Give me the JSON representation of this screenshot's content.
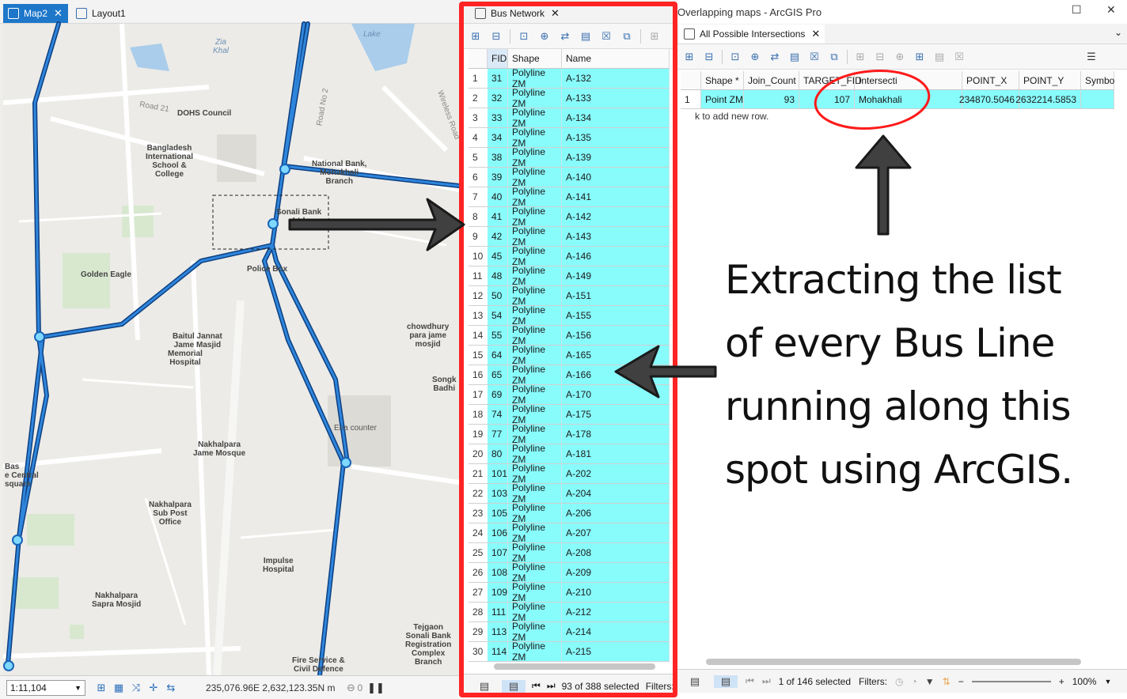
{
  "map_tabs": [
    {
      "label": "Map2",
      "active": true
    },
    {
      "label": "Layout1",
      "active": false
    }
  ],
  "map_labels": {
    "zia_khal": "Zia\nKhal",
    "lake": "Lake",
    "road_21": "Road 21",
    "road_no_2": "Road No 2",
    "wireless_road": "Wireless Road",
    "dohs": "DOHS Council",
    "bd_school": "Bangladesh\nInternational\nSchool &\nCollege",
    "national_bank": "National Bank,\nMohakhali\nBranch",
    "bali_bank": "Sonali Bank\nLtd",
    "golden_eagle": "Golden Eagle",
    "police_box": "Police Box",
    "baitul": "Baitul Jannat\nJame Masjid",
    "memorial": "Memorial\nHospital",
    "chowdhury": "chowdhury\npara jame\nmosjid",
    "songk": "Songk\nBadhi",
    "counter": "Ena counter",
    "nakhalpara_mosque": "Nakhalpara\nJame Mosque",
    "bas": "Bas\ne Central\nsquare",
    "post_office": "Nakhalpara\nSub Post\nOffice",
    "impulse": "Impulse\nHospital",
    "sapra": "Nakhalpara\nSapra Mosjid",
    "teigaon": "Tejgaon\nSonali Bank\nRegistration\nComplex\nBranch",
    "fire": "Fire Service &\nCivil Defence"
  },
  "map_status": {
    "scale": "1:11,104",
    "coords": "235,076.96E 2,632,123.35N m",
    "count": "0"
  },
  "bus_table": {
    "tab_label": "Bus Network",
    "columns": [
      "FID",
      "Shape",
      "Name"
    ],
    "rows": [
      {
        "n": "1",
        "fid": "31",
        "shape": "Polyline ZM",
        "name": "A-132"
      },
      {
        "n": "2",
        "fid": "32",
        "shape": "Polyline ZM",
        "name": "A-133"
      },
      {
        "n": "3",
        "fid": "33",
        "shape": "Polyline ZM",
        "name": "A-134"
      },
      {
        "n": "4",
        "fid": "34",
        "shape": "Polyline ZM",
        "name": "A-135"
      },
      {
        "n": "5",
        "fid": "38",
        "shape": "Polyline ZM",
        "name": "A-139"
      },
      {
        "n": "6",
        "fid": "39",
        "shape": "Polyline ZM",
        "name": "A-140"
      },
      {
        "n": "7",
        "fid": "40",
        "shape": "Polyline ZM",
        "name": "A-141"
      },
      {
        "n": "8",
        "fid": "41",
        "shape": "Polyline ZM",
        "name": "A-142"
      },
      {
        "n": "9",
        "fid": "42",
        "shape": "Polyline ZM",
        "name": "A-143"
      },
      {
        "n": "10",
        "fid": "45",
        "shape": "Polyline ZM",
        "name": "A-146"
      },
      {
        "n": "11",
        "fid": "48",
        "shape": "Polyline ZM",
        "name": "A-149"
      },
      {
        "n": "12",
        "fid": "50",
        "shape": "Polyline ZM",
        "name": "A-151"
      },
      {
        "n": "13",
        "fid": "54",
        "shape": "Polyline ZM",
        "name": "A-155"
      },
      {
        "n": "14",
        "fid": "55",
        "shape": "Polyline ZM",
        "name": "A-156"
      },
      {
        "n": "15",
        "fid": "64",
        "shape": "Polyline ZM",
        "name": "A-165"
      },
      {
        "n": "16",
        "fid": "65",
        "shape": "Polyline ZM",
        "name": "A-166"
      },
      {
        "n": "17",
        "fid": "69",
        "shape": "Polyline ZM",
        "name": "A-170"
      },
      {
        "n": "18",
        "fid": "74",
        "shape": "Polyline ZM",
        "name": "A-175"
      },
      {
        "n": "19",
        "fid": "77",
        "shape": "Polyline ZM",
        "name": "A-178"
      },
      {
        "n": "20",
        "fid": "80",
        "shape": "Polyline ZM",
        "name": "A-181"
      },
      {
        "n": "21",
        "fid": "101",
        "shape": "Polyline ZM",
        "name": "A-202"
      },
      {
        "n": "22",
        "fid": "103",
        "shape": "Polyline ZM",
        "name": "A-204"
      },
      {
        "n": "23",
        "fid": "105",
        "shape": "Polyline ZM",
        "name": "A-206"
      },
      {
        "n": "24",
        "fid": "106",
        "shape": "Polyline ZM",
        "name": "A-207"
      },
      {
        "n": "25",
        "fid": "107",
        "shape": "Polyline ZM",
        "name": "A-208"
      },
      {
        "n": "26",
        "fid": "108",
        "shape": "Polyline ZM",
        "name": "A-209"
      },
      {
        "n": "27",
        "fid": "109",
        "shape": "Polyline ZM",
        "name": "A-210"
      },
      {
        "n": "28",
        "fid": "111",
        "shape": "Polyline ZM",
        "name": "A-212"
      },
      {
        "n": "29",
        "fid": "113",
        "shape": "Polyline ZM",
        "name": "A-214"
      },
      {
        "n": "30",
        "fid": "114",
        "shape": "Polyline ZM",
        "name": "A-215"
      }
    ],
    "selection": "93 of 388 selected",
    "filters_label": "Filters:"
  },
  "window_title": "Overlapping maps - ArcGIS Pro",
  "intersections_table": {
    "tab_label": "All Possible Intersections",
    "columns": [
      "Shape *",
      "Join_Count",
      "TARGET_FID",
      "Intersecti",
      "POINT_X",
      "POINT_Y",
      "Symbo"
    ],
    "row": {
      "n": "1",
      "shape": "Point ZM",
      "join_count": "93",
      "target_fid": "107",
      "intersecti": "Mohakhali",
      "point_x": "234870.5046",
      "point_y": "2632214.5853",
      "symbo": ""
    },
    "add_row": "k to add new row.",
    "selection": "1 of 146 selected",
    "filters_label": "Filters:",
    "zoom": "100%"
  },
  "annotation": {
    "lines": [
      "Extracting the list",
      "of every Bus Line",
      "running along this",
      "spot using ArcGIS."
    ],
    "circle_color": "#ff1a1a",
    "arrow_color": "#1a1a1a"
  },
  "colors": {
    "selection": "#88fbfb",
    "frame": "#ff2424",
    "route": "#1d6fc4",
    "accent": "#1e77c9"
  }
}
